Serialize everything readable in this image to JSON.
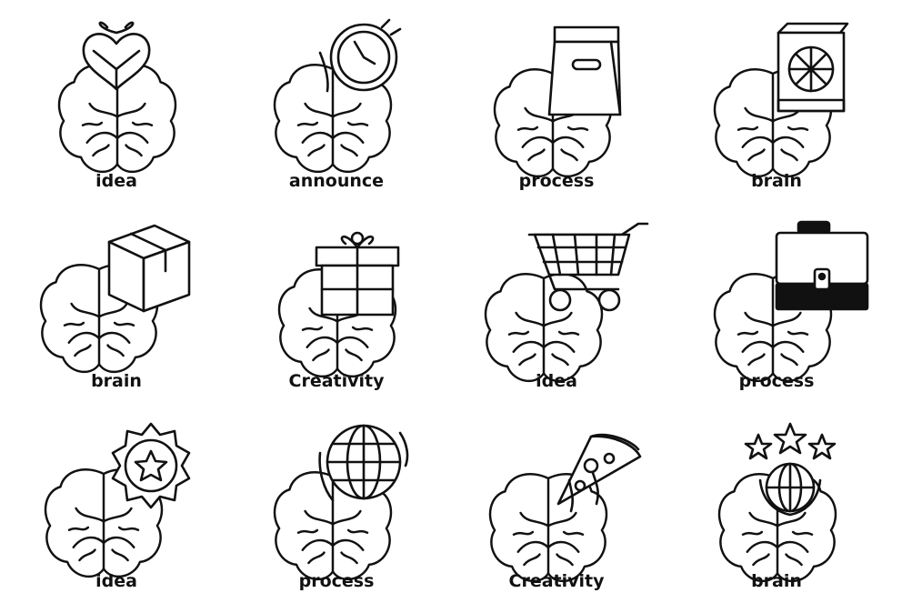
{
  "icons": [
    {
      "label": "idea",
      "brain_icon": "brain-icon",
      "overlay_icon": "heart-gift-box-icon"
    },
    {
      "label": "announce",
      "brain_icon": "brain-icon",
      "overlay_icon": "stopwatch-icon"
    },
    {
      "label": "process",
      "brain_icon": "brain-icon",
      "overlay_icon": "shopping-bag-icon"
    },
    {
      "label": "brain",
      "brain_icon": "brain-icon",
      "overlay_icon": "pizza-box-icon"
    },
    {
      "label": "brain",
      "brain_icon": "brain-icon",
      "overlay_icon": "cardboard-box-icon"
    },
    {
      "label": "Creativity",
      "brain_icon": "brain-icon",
      "overlay_icon": "gift-box-icon"
    },
    {
      "label": "idea",
      "brain_icon": "brain-icon",
      "overlay_icon": "shopping-cart-icon"
    },
    {
      "label": "process",
      "brain_icon": "brain-icon",
      "overlay_icon": "briefcase-icon"
    },
    {
      "label": "idea",
      "brain_icon": "brain-icon",
      "overlay_icon": "star-badge-icon"
    },
    {
      "label": "process",
      "brain_icon": "brain-icon",
      "overlay_icon": "globe-icon"
    },
    {
      "label": "Creativity",
      "brain_icon": "brain-icon",
      "overlay_icon": "pizza-slice-icon"
    },
    {
      "label": "brain",
      "brain_icon": "brain-icon",
      "overlay_icon": "globe-stars-icon"
    }
  ],
  "colors": {
    "stroke": "#111111",
    "background": "#ffffff"
  }
}
